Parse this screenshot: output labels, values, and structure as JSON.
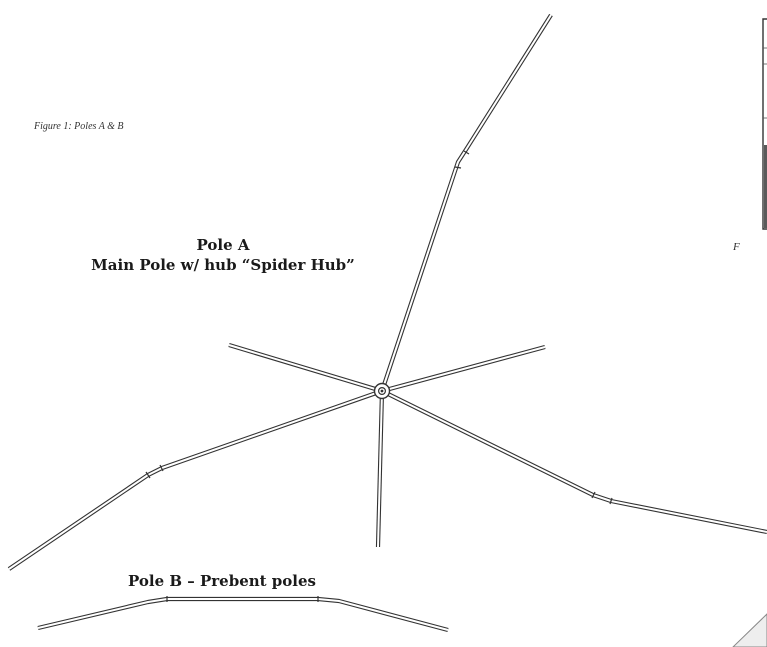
{
  "figure1": {
    "caption": "Figure 1: Poles A & B"
  },
  "pole_a": {
    "title": "Pole A",
    "subtitle": "Main Pole w/ hub “Spider Hub”",
    "hub_icon": "spider-hub-icon"
  },
  "pole_b": {
    "title": "Pole B – Prebent poles"
  },
  "next_figure": {
    "caption_fragment": "F"
  },
  "colors": {
    "pole_stroke": "#333333",
    "pole_fill": "#ffffff",
    "text": "#1a1a1a",
    "page_background": "#ffffff"
  }
}
